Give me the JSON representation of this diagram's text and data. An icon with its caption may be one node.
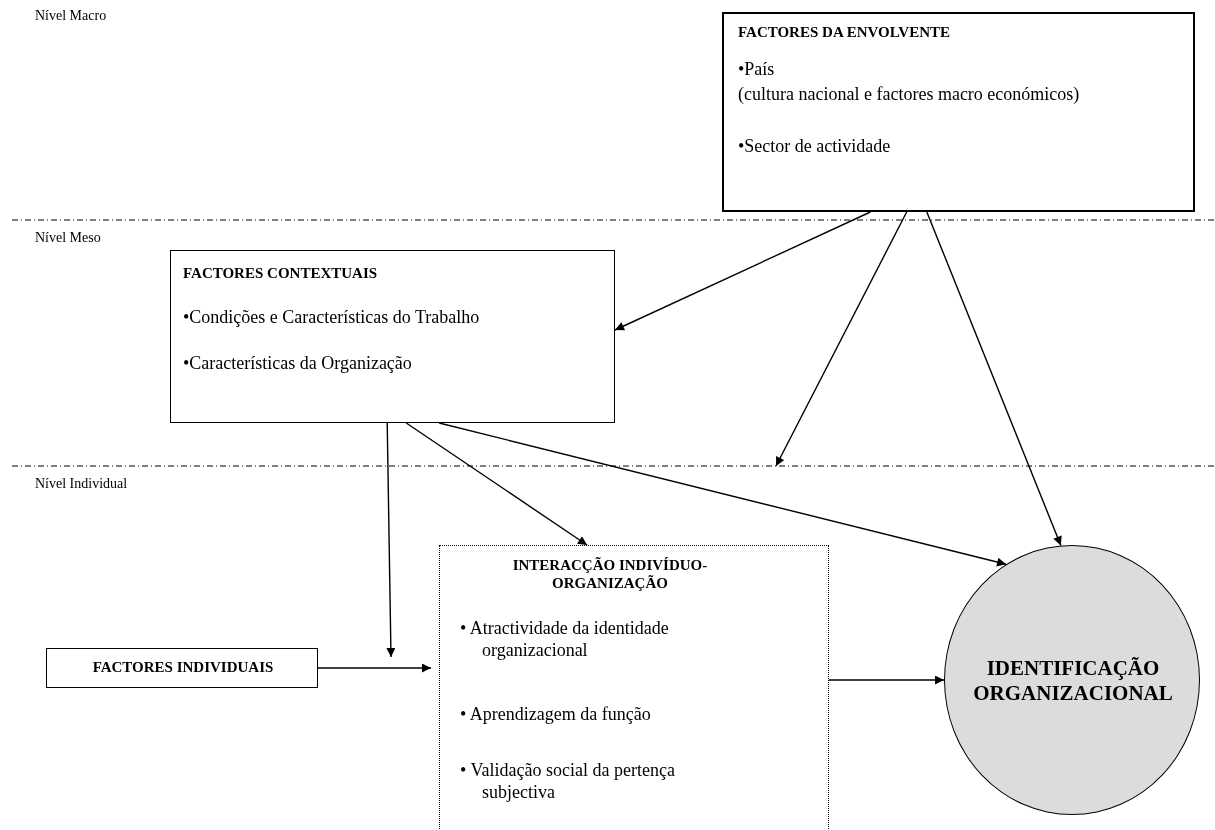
{
  "diagram": {
    "nodes": [
      {
        "text": [
          "FACTORES DA ENVOLVENTE",
          "•País",
          "(cultura nacional e factores macro económicos)",
          "•Sector de actividade"
        ]
      },
      {
        "text": [
          "FACTORES CONTEXTUAIS",
          "•Condições e Características do Trabalho",
          "•Características da Organização"
        ]
      },
      {
        "text": [
          "FACTORES INDIVIDUAIS"
        ]
      },
      {
        "text": [
          "INTERACÇÃO INDIVÍDUO-ORGANIZAÇÃO",
          "• Atractividade da identidade organizacional",
          "• Aprendizagem da função",
          "• Validação social da pertença subjectiva"
        ]
      },
      {
        "text": [
          "IDENTIFICAÇÃO ORGANIZACIONAL"
        ]
      }
    ],
    "edges": [
      {
        "from": 0,
        "to": 1,
        "arrow": "to"
      },
      {
        "from": 0,
        "to": null,
        "arrow": "to"
      },
      {
        "from": 0,
        "to": 4,
        "arrow": "to"
      },
      {
        "from": 1,
        "to": null,
        "arrow": "to"
      },
      {
        "from": 1,
        "to": 3,
        "arrow": "to"
      },
      {
        "from": 1,
        "to": 4,
        "arrow": "to"
      },
      {
        "from": 2,
        "to": 3,
        "arrow": "to"
      },
      {
        "from": 3,
        "to": 4,
        "arrow": "to"
      }
    ],
    "labels": [
      "Nível Macro",
      "Nível Meso",
      "Nível Individual"
    ]
  }
}
